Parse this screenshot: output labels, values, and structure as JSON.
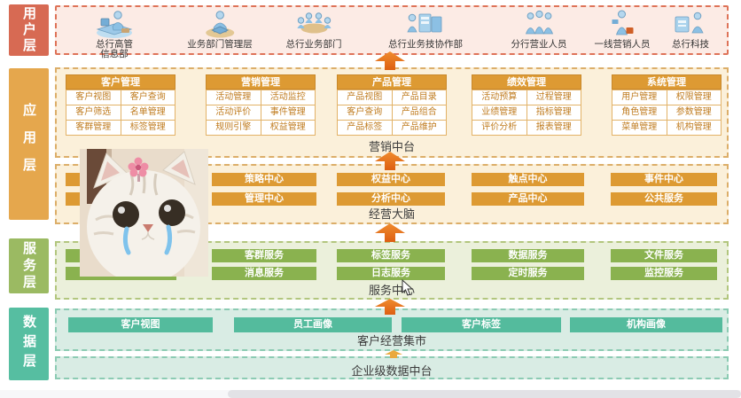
{
  "user_layer": {
    "label": "用户层",
    "users": [
      {
        "name": "总行高管\n信息部"
      },
      {
        "name": "业务部门管理层"
      },
      {
        "name": "总行业务部门"
      },
      {
        "name": "总行业务技协作部"
      },
      {
        "name": "分行营业人员"
      },
      {
        "name": "一线营销人员"
      },
      {
        "name": "总行科技"
      }
    ]
  },
  "app_layer": {
    "label": "应用层",
    "groups": [
      {
        "title": "客户管理",
        "cells": [
          "客户视图",
          "客户查询",
          "客户筛选",
          "名单管理",
          "客群管理",
          "标签管理"
        ]
      },
      {
        "title": "营销管理",
        "cells": [
          "活动管理",
          "活动监控",
          "活动评价",
          "事件管理",
          "规则引擎",
          "权益管理"
        ]
      },
      {
        "title": "产品管理",
        "cells": [
          "产品视图",
          "产品目录",
          "客户查询",
          "产品组合",
          "产品标签",
          "产品维护"
        ]
      },
      {
        "title": "绩效管理",
        "cells": [
          "活动预算",
          "过程管理",
          "业绩管理",
          "指标管理",
          "评价分析",
          "报表管理"
        ]
      },
      {
        "title": "系统管理",
        "cells": [
          "用户管理",
          "权限管理",
          "角色管理",
          "参数管理",
          "菜单管理",
          "机构管理"
        ]
      }
    ],
    "marketing_platform_label": "营销中台",
    "centers": [
      [
        "",
        ""
      ],
      [
        "策略中心",
        "管理中心"
      ],
      [
        "权益中心",
        "分析中心"
      ],
      [
        "触点中心",
        "产品中心"
      ],
      [
        "事件中心",
        "公共服务"
      ]
    ],
    "brain_label": "经营大脑"
  },
  "service_layer": {
    "label": "服务层",
    "services": [
      [
        "",
        ""
      ],
      [
        "客群服务",
        "消息服务"
      ],
      [
        "标签服务",
        "日志服务"
      ],
      [
        "数据服务",
        "定时服务"
      ],
      [
        "文件服务",
        "监控服务"
      ]
    ],
    "center_label": "服务中心"
  },
  "data_layer": {
    "label": "数据层",
    "marts": [
      "客户视图",
      "员工画像",
      "客户标签",
      "机构画像"
    ],
    "mart_label": "客户经营集市",
    "platform_label": "企业级数据中台"
  },
  "colors": {
    "user_label_bg": "#d76a53",
    "app_label_bg": "#e5a74d",
    "service_label_bg": "#9bba62",
    "data_label_bg": "#56bea1",
    "orange_bar": "#dd9a33",
    "green_bar": "#8ab24f",
    "teal_bar": "#54bb9d",
    "arrow": "#e2701a"
  }
}
